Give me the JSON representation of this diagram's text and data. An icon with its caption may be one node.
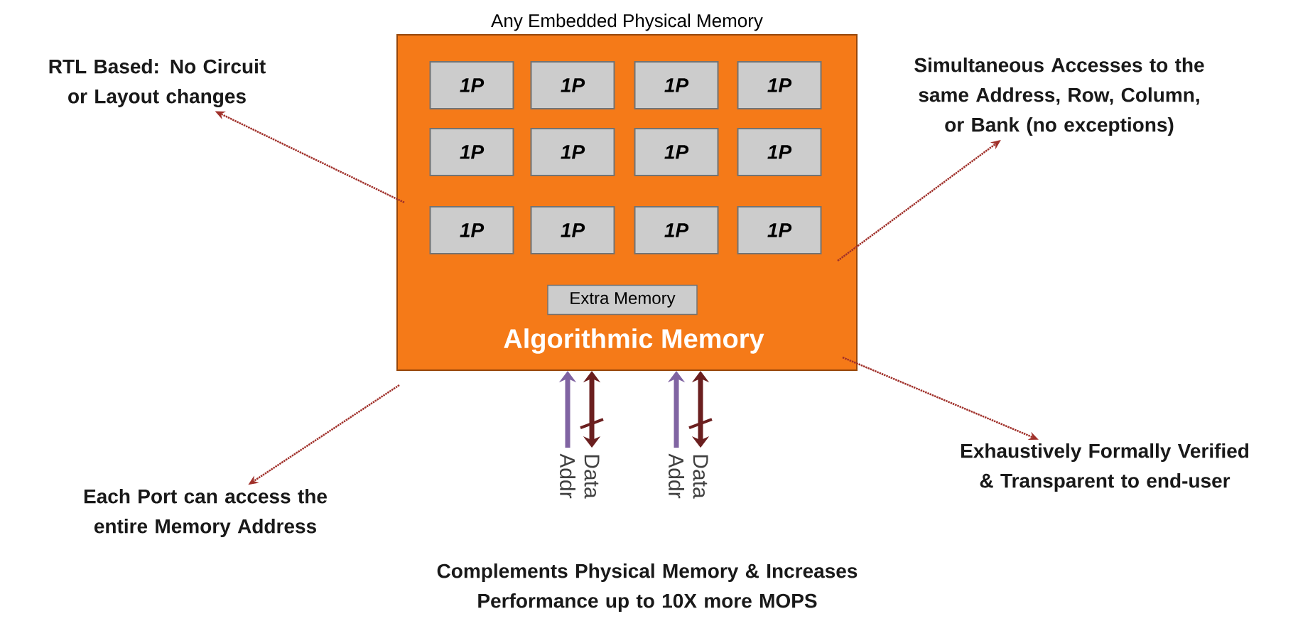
{
  "diagram": {
    "nodes": [
      {
        "text": [
          "RTL Based: No Circuit or Layout changes"
        ]
      },
      {
        "text": [
          "Simultaneous Accesses to the same Address, Row, Column, or Bank (no exceptions)"
        ]
      },
      {
        "text": [
          "Any Embedded Physical Memory",
          "Algorithmic Memory"
        ]
      },
      {
        "text": [
          "1P"
        ],
        "in": 2
      },
      {
        "text": [
          "1P"
        ],
        "in": 2
      },
      {
        "text": [
          "1P"
        ],
        "in": 2
      },
      {
        "text": [
          "1P"
        ],
        "in": 2
      },
      {
        "text": [
          "1P"
        ],
        "in": 2
      },
      {
        "text": [
          "1P"
        ],
        "in": 2
      },
      {
        "text": [
          "1P"
        ],
        "in": 2
      },
      {
        "text": [
          "1P"
        ],
        "in": 2
      },
      {
        "text": [
          "1P"
        ],
        "in": 2
      },
      {
        "text": [
          "1P"
        ],
        "in": 2
      },
      {
        "text": [
          "1P"
        ],
        "in": 2
      },
      {
        "text": [
          "1P"
        ],
        "in": 2
      },
      {
        "text": [
          "Extra Memory"
        ],
        "in": 2
      },
      {
        "text": [
          "Each Port can access the entire Memory Address"
        ]
      },
      {
        "text": [
          "Exhaustively Formally Verified & Transparent to end-user"
        ]
      },
      {
        "text": [
          "Addr"
        ]
      },
      {
        "text": [
          "Data"
        ]
      },
      {
        "text": [
          "Addr"
        ]
      },
      {
        "text": [
          "Data"
        ]
      }
    ],
    "edges": [
      {
        "from": 2,
        "to": 0,
        "arrow": "to",
        "style": "dashed",
        "color": "#a0302a"
      },
      {
        "from": 2,
        "to": 1,
        "arrow": "to",
        "style": "dashed",
        "color": "#a0302a"
      },
      {
        "from": 2,
        "to": 16,
        "arrow": "to",
        "style": "dashed",
        "color": "#a0302a"
      },
      {
        "from": 2,
        "to": 17,
        "arrow": "to",
        "style": "dashed",
        "color": "#a0302a"
      },
      {
        "from": 18,
        "to": 2,
        "arrow": "to",
        "style": "thick",
        "color": "#8064a2"
      },
      {
        "from": 19,
        "to": 2,
        "arrow": "both",
        "style": "thick",
        "color": "#6b1f1f"
      },
      {
        "from": 20,
        "to": 2,
        "arrow": "to",
        "style": "thick",
        "color": "#8064a2"
      },
      {
        "from": 21,
        "to": 2,
        "arrow": "both",
        "style": "thick",
        "color": "#6b1f1f"
      }
    ],
    "labels": [
      "Complements Physical Memory & Increases Performance up to 10X more MOPS"
    ]
  }
}
